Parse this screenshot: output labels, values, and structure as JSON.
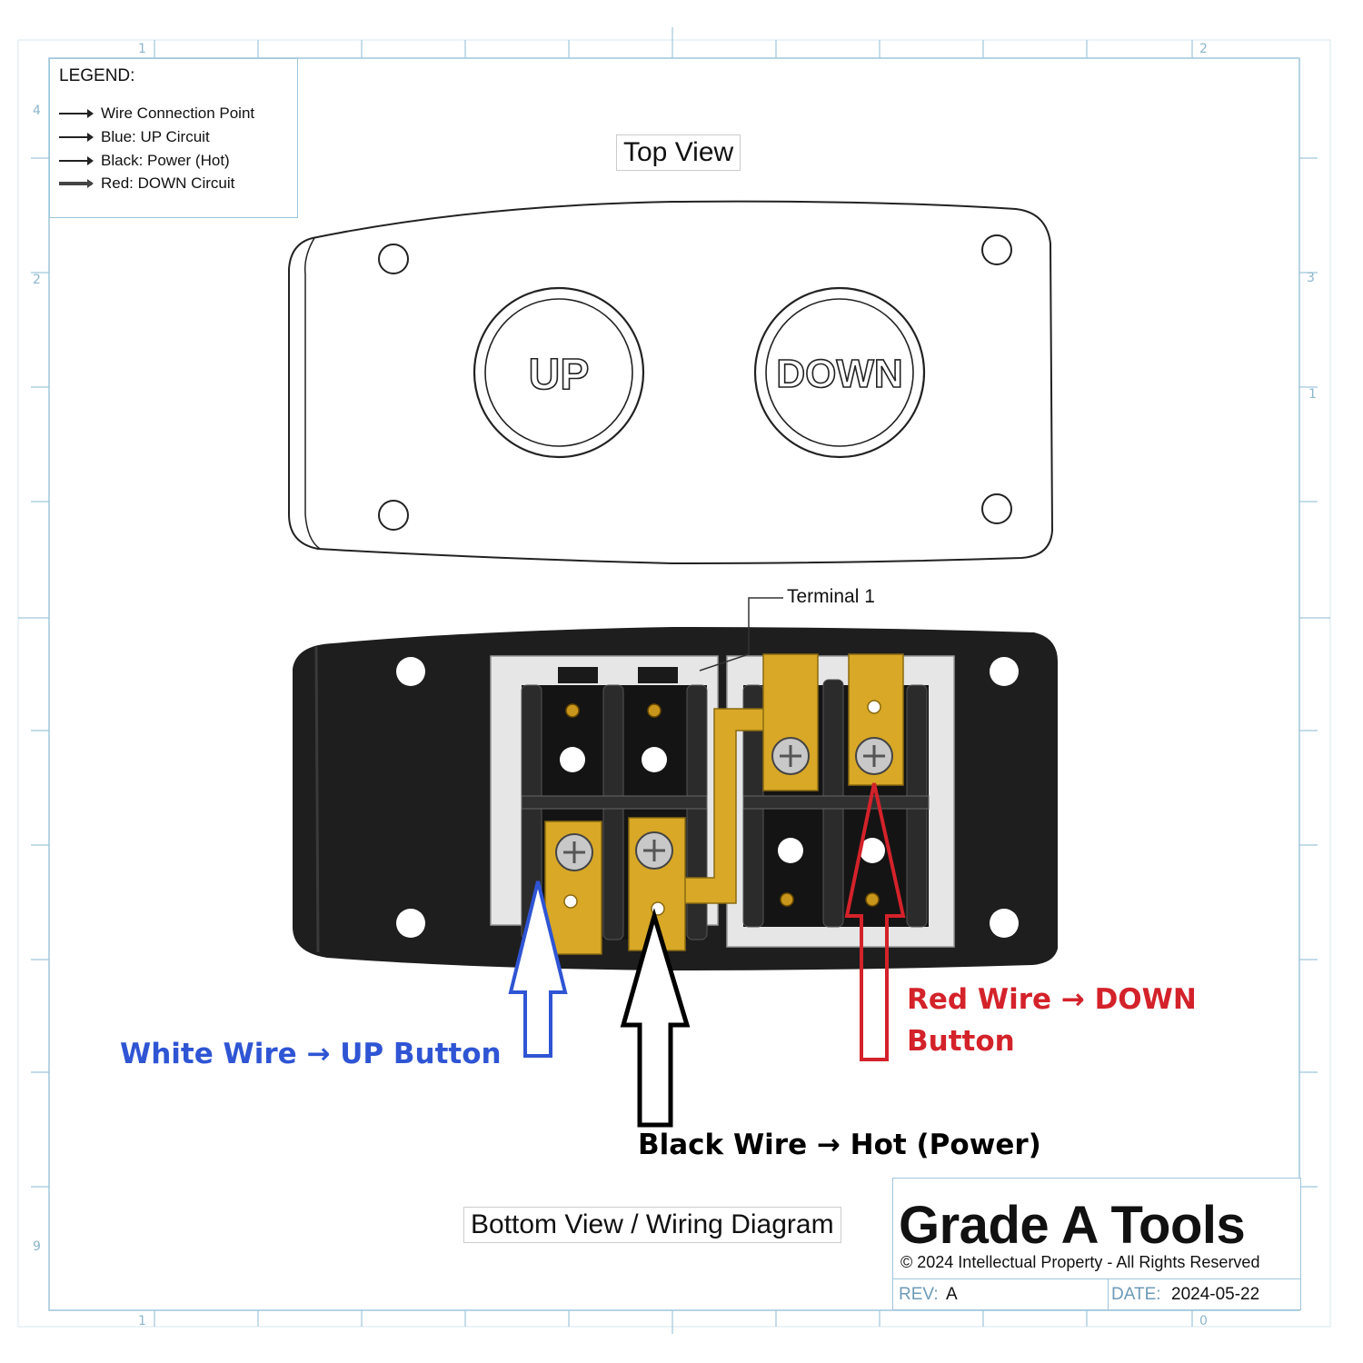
{
  "legend": {
    "title": "LEGEND:",
    "items": [
      "Wire Connection Point",
      "Blue: UP Circuit",
      "Black: Power (Hot)",
      "Red: DOWN Circuit"
    ]
  },
  "top_view": {
    "label": "Top View",
    "up_button_text": "UP",
    "down_button_text": "DOWN"
  },
  "bottom_view": {
    "label": "Bottom View / Wiring Diagram",
    "terminal_label": "Terminal 1"
  },
  "callouts": {
    "white_wire": "White Wire → UP Button",
    "red_wire_line1": "Red Wire → DOWN",
    "red_wire_line2": "Button",
    "black_wire": "Black Wire → Hot (Power)"
  },
  "colors": {
    "up_circuit": "#2f55d4",
    "down_circuit": "#d4222a",
    "power": "#000000",
    "brass": "#d8a826",
    "housing": "#1e1e1e",
    "grid_line": "#9fc6dc"
  },
  "title_block": {
    "company": "Grade A Tools",
    "copyright": "© 2024 Intellectual Property - All Rights Reserved",
    "rev_label": "REV:",
    "rev_value": "A",
    "date_label": "DATE:",
    "date_value": "2024-05-22"
  },
  "border_marks": {
    "top_left": "1",
    "top_right": "2",
    "bottom_left": "1",
    "bottom_right": "0",
    "left_1": "4",
    "left_2": "2",
    "left_3": "9",
    "right_1": "3",
    "right_2": "1"
  }
}
